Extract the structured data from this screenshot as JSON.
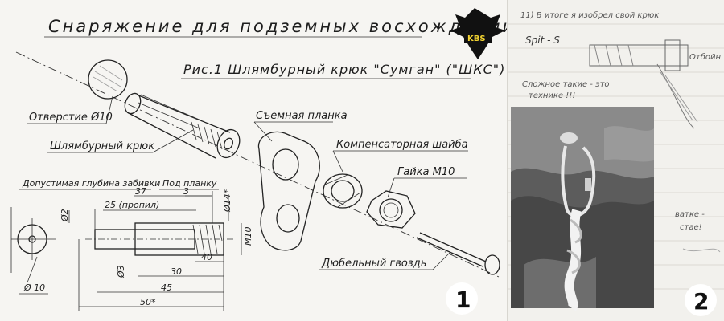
{
  "panel1": {
    "title": "Снаряжение для подземных восхождений",
    "figure_caption": "Рис.1 Шлямбурный крюк \"Сумган\" (\"ШКС\")",
    "logo_text": "KBS",
    "labels": {
      "hole": "Отверстие Ø10",
      "anchor": "Шлямбурный крюк",
      "plate": "Съемная планка",
      "washer": "Компенсаторная шайба",
      "nut": "Гайка М10",
      "depth": "Допустимая глубина забивки",
      "under_plate": "Под планку",
      "nail": "Дюбельный гвоздь"
    },
    "dimensions": {
      "d37": "37",
      "d3": "3",
      "d25": "25 (пропил)",
      "d2": "Ø2",
      "d14": "Ø14*",
      "m10": "M10",
      "d40": "40",
      "d30": "30",
      "d45": "45",
      "d50": "50*",
      "d3b": "Ø3",
      "d10": "Ø 10"
    },
    "panel_number": "1"
  },
  "panel2": {
    "note_line1": "11) В итоге я изобрел свой крюк",
    "label_spit": "Spit - S",
    "label_right": "Отбойн",
    "note_mid1": "Сложное такие - это",
    "note_mid2": "технике !!!",
    "side_text1": "ватке -",
    "side_text2": "стае!",
    "panel_number": "2"
  }
}
